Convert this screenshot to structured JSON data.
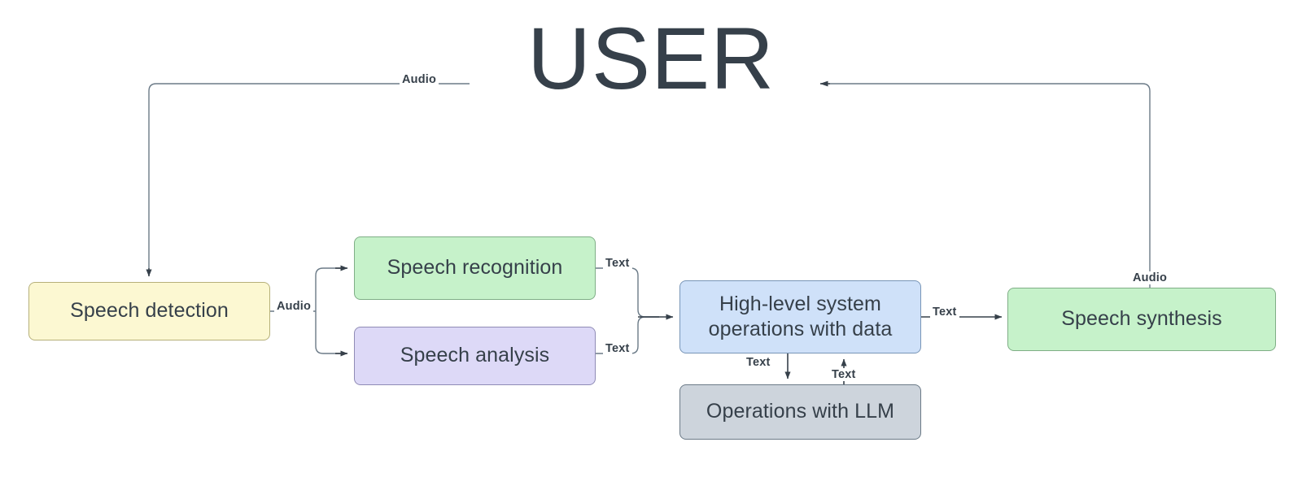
{
  "diagram": {
    "title": "USER",
    "nodes": [
      {
        "id": "speech-detection",
        "label": "Speech detection",
        "color": "#fcf8d2"
      },
      {
        "id": "speech-recognition",
        "label": "Speech recognition",
        "color": "#c6f2ca"
      },
      {
        "id": "speech-analysis",
        "label": "Speech analysis",
        "color": "#ddd9f7"
      },
      {
        "id": "highlevel-ops",
        "label": "High-level system\noperations with data",
        "color": "#cfe1f9"
      },
      {
        "id": "operations-llm",
        "label": "Operations with LLM",
        "color": "#cdd4dc"
      },
      {
        "id": "speech-synthesis",
        "label": "Speech synthesis",
        "color": "#c6f2ca"
      }
    ],
    "edges": [
      {
        "id": "user-to-detection",
        "from": "USER",
        "to": "speech-detection",
        "label": "Audio"
      },
      {
        "id": "detection-branch",
        "from": "speech-detection",
        "to": "speech-recognition / speech-analysis",
        "label": "Audio"
      },
      {
        "id": "recognition-to-highlevel",
        "from": "speech-recognition",
        "to": "highlevel-ops",
        "label": "Text"
      },
      {
        "id": "analysis-to-highlevel",
        "from": "speech-analysis",
        "to": "highlevel-ops",
        "label": "Text"
      },
      {
        "id": "highlevel-to-llm",
        "from": "highlevel-ops",
        "to": "operations-llm",
        "label": "Text"
      },
      {
        "id": "llm-to-highlevel",
        "from": "operations-llm",
        "to": "highlevel-ops",
        "label": "Text"
      },
      {
        "id": "highlevel-to-synthesis",
        "from": "highlevel-ops",
        "to": "speech-synthesis",
        "label": "Text"
      },
      {
        "id": "synthesis-to-user",
        "from": "speech-synthesis",
        "to": "USER",
        "label": "Audio"
      }
    ],
    "colors": {
      "stroke": "#6b7a87",
      "text": "#36404a",
      "background": "#ffffff"
    }
  }
}
